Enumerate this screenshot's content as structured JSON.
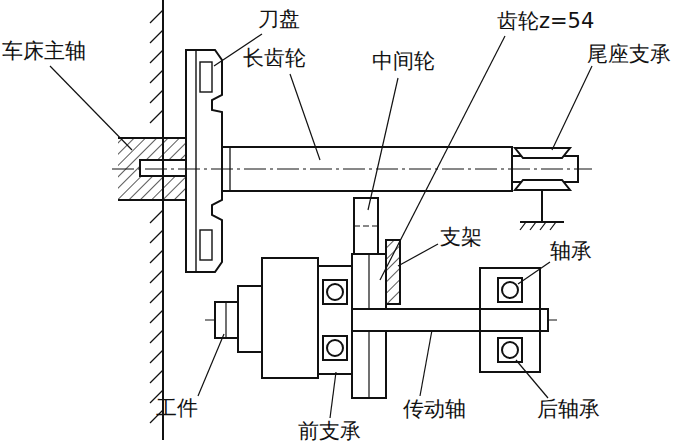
{
  "diagram": {
    "labels": [
      "车床主轴",
      "刀盘",
      "长齿轮",
      "中间轮",
      "齿轮z=54",
      "尾座支承",
      "支架",
      "轴承",
      "工件",
      "前支承",
      "传动轴",
      "后轴承"
    ]
  }
}
